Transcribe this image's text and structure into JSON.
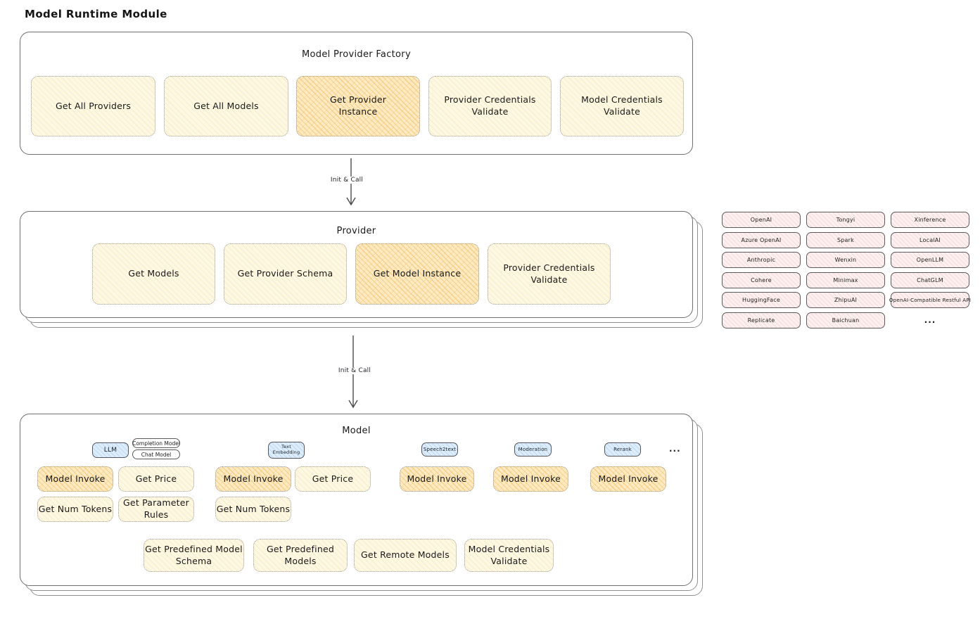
{
  "page_title": "Model Runtime Module",
  "colors": {
    "yellow_box": "#fdf8e3",
    "yellow_highlight": "#fbeac2",
    "pink_chip": "#fdf0f0",
    "blue_tag": "#ddedfb",
    "card_border": "#6f6f6f"
  },
  "arrow1": {
    "label": "Init & Call"
  },
  "arrow2": {
    "label": "Init & Call"
  },
  "factory": {
    "title": "Model Provider Factory",
    "items": [
      {
        "label": "Get All Providers",
        "highlight": false
      },
      {
        "label": "Get All Models",
        "highlight": false
      },
      {
        "label": "Get Provider\nInstance",
        "highlight": true
      },
      {
        "label": "Provider Credentials\nValidate",
        "highlight": false
      },
      {
        "label": "Model Credentials\nValidate",
        "highlight": false
      }
    ]
  },
  "provider": {
    "title": "Provider",
    "items": [
      {
        "label": "Get Models",
        "highlight": false
      },
      {
        "label": "Get Provider Schema",
        "highlight": false
      },
      {
        "label": "Get Model Instance",
        "highlight": true
      },
      {
        "label": "Provider Credentials\nValidate",
        "highlight": false
      }
    ]
  },
  "providers_grid": {
    "rows": [
      [
        "OpenAI",
        "Tongyi",
        "Xinference"
      ],
      [
        "Azure OpenAI",
        "Spark",
        "LocalAI"
      ],
      [
        "Anthropic",
        "Wenxin",
        "OpenLLM"
      ],
      [
        "Cohere",
        "Minimax",
        "ChatGLM"
      ],
      [
        "HuggingFace",
        "ZhipuAI",
        "OpenAI-Compatible Restful API"
      ],
      [
        "Replicate",
        "Baichuan",
        "..."
      ]
    ]
  },
  "model": {
    "title": "Model",
    "tags": {
      "llm": "LLM",
      "completion": "Completion Model",
      "chat": "Chat Model",
      "text_embedding": "Text\nEmbedding",
      "speech2text": "Speech2text",
      "moderation": "Moderation",
      "rerank": "Rerank",
      "more": "..."
    },
    "row1": [
      {
        "label": "Model Invoke",
        "highlight": true
      },
      {
        "label": "Get Price",
        "highlight": false
      },
      {
        "label": "Model Invoke",
        "highlight": true
      },
      {
        "label": "Get Price",
        "highlight": false
      },
      {
        "label": "Model Invoke",
        "highlight": true
      },
      {
        "label": "Model Invoke",
        "highlight": true
      },
      {
        "label": "Model Invoke",
        "highlight": true
      }
    ],
    "row2": [
      {
        "label": "Get Num Tokens",
        "highlight": false
      },
      {
        "label": "Get Parameter\nRules",
        "highlight": false
      },
      {
        "label": "Get Num Tokens",
        "highlight": false
      }
    ],
    "footer": [
      {
        "label": "Get Predefined Model\nSchema"
      },
      {
        "label": "Get Predefined\nModels"
      },
      {
        "label": "Get Remote Models"
      },
      {
        "label": "Model Credentials\nValidate"
      }
    ]
  }
}
